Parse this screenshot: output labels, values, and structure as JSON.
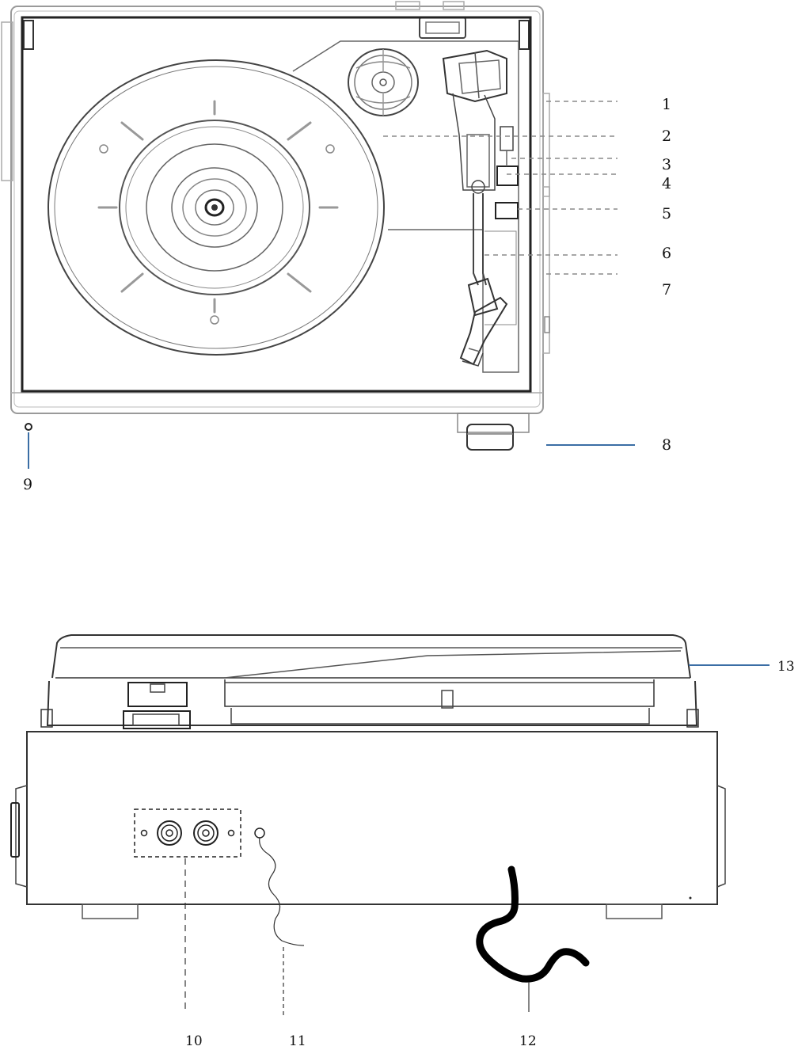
{
  "colors": {
    "outline": "#555555",
    "outline_dark": "#222222",
    "light": "#9a9a9a",
    "leader_dashed": "#8a8a8a",
    "leader_blue": "#3b6ea5",
    "cord": "#000000"
  },
  "top_view": {
    "callouts": [
      {
        "id": "1",
        "label": "1"
      },
      {
        "id": "2",
        "label": "2"
      },
      {
        "id": "3",
        "label": "3"
      },
      {
        "id": "4",
        "label": "4"
      },
      {
        "id": "5",
        "label": "5"
      },
      {
        "id": "6",
        "label": "6"
      },
      {
        "id": "7",
        "label": "7"
      },
      {
        "id": "8",
        "label": "8"
      },
      {
        "id": "9",
        "label": "9"
      }
    ]
  },
  "rear_view": {
    "callouts": [
      {
        "id": "10",
        "label": "10"
      },
      {
        "id": "11",
        "label": "11"
      },
      {
        "id": "12",
        "label": "12"
      },
      {
        "id": "13",
        "label": "13"
      }
    ]
  }
}
